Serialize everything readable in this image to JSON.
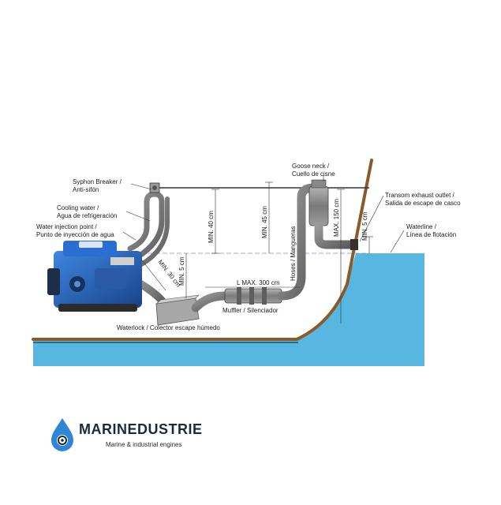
{
  "labels": {
    "syphon_breaker_1": "Syphon Breaker /",
    "syphon_breaker_2": "Anti-sifón",
    "cooling_water_1": "Cooling water /",
    "cooling_water_2": "Agua de refrigeración",
    "water_injection_1": "Water injection point /",
    "water_injection_2": "Punto de inyección de agua",
    "goose_neck_1": "Goose neck /",
    "goose_neck_2": "Cuello de cisne",
    "transom_1": "Transom exhaust outlet /",
    "transom_2": "Salida de escape de casco",
    "waterline_1": "Waterline /",
    "waterline_2": "Línea de flotación",
    "muffler": "Muffler / Silenciador",
    "waterlock": "Waterlock / Colector escape húmedo",
    "hoses": "Hoses / Mangueras"
  },
  "dimensions": {
    "min_40": "MIN. 40 cm",
    "min_45": "MIN. 45 cm",
    "max_150": "MAX. 150 cm",
    "min_5_right": "MIN. 5 cm",
    "min_5_left": "MIN. 5 cm",
    "min_30": "MIN. 30 cm",
    "l_max_300": "L MAX. 300 cm"
  },
  "brand": {
    "name": "MARINEDUSTRIE",
    "tagline": "Marine & industrial engines"
  },
  "colors": {
    "water": "#58b7e1",
    "hull": "#8b5a2b",
    "engine_blue": "#1f5fb8",
    "hose": "#7d7d7d"
  }
}
